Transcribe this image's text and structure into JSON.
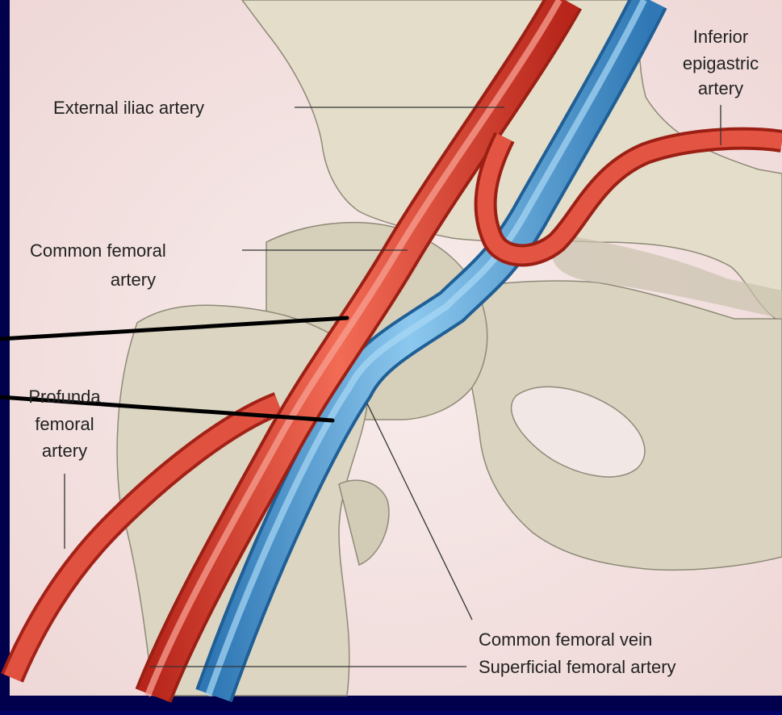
{
  "labels": {
    "external_iliac_artery": "External iliac artery",
    "inferior_epigastric_artery": [
      "Inferior",
      "epigastric",
      "artery"
    ],
    "common_femoral_artery": [
      "Common femoral",
      "artery"
    ],
    "profunda_femoral_artery": [
      "Profunda",
      "femoral",
      "artery"
    ],
    "common_femoral_vein": "Common femoral vein",
    "superficial_femoral_artery": "Superficial femoral artery"
  },
  "colors": {
    "frame": "#000066",
    "background": "#f2dede",
    "bone": "#dcd6c3",
    "artery": "#dc4536",
    "vein": "#4f9dd6",
    "pointer": "#000000",
    "leader": "#333333"
  }
}
